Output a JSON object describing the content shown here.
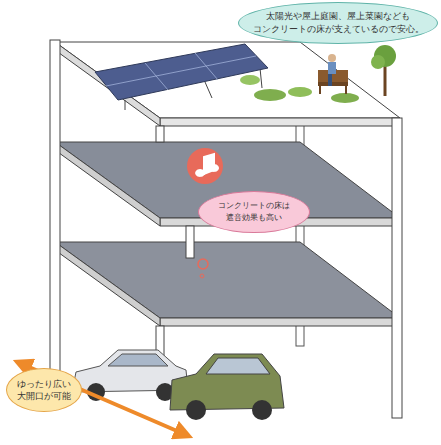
{
  "diagram": {
    "nodes": [
      {
        "text": [
          "太陽光や屋上庭園、屋上菜園なども コンクリートの床が支えているので安心。"
        ]
      },
      {
        "text": [
          "コンクリートの床は 遮音効果も高い"
        ]
      },
      {
        "text": [
          "ゆったり広い 大開口が可能"
        ]
      }
    ]
  }
}
